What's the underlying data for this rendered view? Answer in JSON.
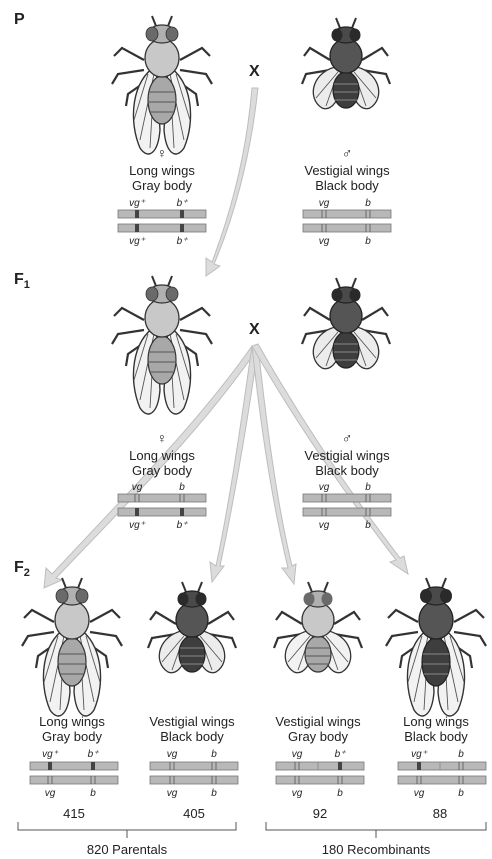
{
  "generations": {
    "p": "P",
    "f1": "F1",
    "f2": "F2"
  },
  "cross_symbol": "X",
  "symbols": {
    "female": "♀",
    "male": "♂"
  },
  "p": {
    "female": {
      "line1": "Long wings",
      "line2": "Gray body",
      "top_alleles": [
        "vg⁺",
        "b⁺"
      ],
      "bottom_alleles": [
        "vg⁺",
        "b⁺"
      ]
    },
    "male": {
      "line1": "Vestigial wings",
      "line2": "Black body",
      "top_alleles": [
        "vg",
        "b"
      ],
      "bottom_alleles": [
        "vg",
        "b"
      ]
    }
  },
  "f1": {
    "female": {
      "line1": "Long wings",
      "line2": "Gray body",
      "top_alleles": [
        "vg",
        "b"
      ],
      "bottom_alleles": [
        "vg⁺",
        "b⁺"
      ]
    },
    "male": {
      "line1": "Vestigial wings",
      "line2": "Black body",
      "top_alleles": [
        "vg",
        "b"
      ],
      "bottom_alleles": [
        "vg",
        "b"
      ]
    }
  },
  "f2": [
    {
      "line1": "Long wings",
      "line2": "Gray body",
      "top_alleles": [
        "vg⁺",
        "b⁺"
      ],
      "bottom_alleles": [
        "vg",
        "b"
      ],
      "count": "415"
    },
    {
      "line1": "Vestigial wings",
      "line2": "Black body",
      "top_alleles": [
        "vg",
        "b"
      ],
      "bottom_alleles": [
        "vg",
        "b"
      ],
      "count": "405"
    },
    {
      "line1": "Vestigial wings",
      "line2": "Gray body",
      "top_alleles": [
        "vg",
        "b⁺"
      ],
      "bottom_alleles": [
        "vg",
        "b"
      ],
      "count": "92"
    },
    {
      "line1": "Long wings",
      "line2": "Black body",
      "top_alleles": [
        "vg⁺",
        "b"
      ],
      "bottom_alleles": [
        "vg",
        "b"
      ],
      "count": "88"
    }
  ],
  "totals": {
    "parentals": "820 Parentals",
    "recombinants": "180 Recombinants"
  },
  "colors": {
    "chromosome": "#b8b8b8",
    "dominant_band": "#444444",
    "arrow": "#dcdcdc",
    "gray_body": "#c8c8c8",
    "black_body": "#555555"
  }
}
